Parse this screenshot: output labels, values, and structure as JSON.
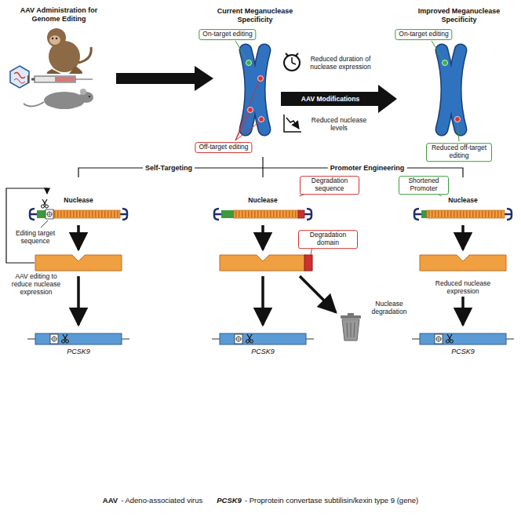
{
  "diagram": {
    "nodes": [
      {
        "text": [
          "On-target editing"
        ]
      },
      {
        "text": [
          "Off-target editing"
        ]
      },
      {
        "text": [
          "On-target editing"
        ]
      },
      {
        "text": [
          "Reduced off-target editing"
        ]
      },
      {
        "text": [
          "Nuclease"
        ]
      },
      {
        "text": [
          "Degradation sequence"
        ]
      },
      {
        "text": [
          "Nuclease"
        ]
      },
      {
        "text": [
          "Shortened Promoter"
        ]
      },
      {
        "text": [
          "Nuclease"
        ]
      },
      {
        "text": [
          "Degradation domain"
        ]
      },
      {
        "text": [
          "PCSK9"
        ]
      },
      {
        "text": [
          "PCSK9"
        ]
      },
      {
        "text": [
          "PCSK9"
        ]
      }
    ],
    "edges": [
      {
        "from": 5,
        "to": 6,
        "arrow": "none"
      },
      {
        "from": 7,
        "to": 8,
        "arrow": "none"
      }
    ],
    "labels": [
      "AAV Administration for Genome Editing",
      "Current Meganuclease Specificity",
      "Improved Meganuclease Specificity",
      "Reduced duration of nuclease expression",
      "AAV Modifications",
      "Reduced nuclease levels",
      "Self-Targeting",
      "Promoter Engineering",
      "Editing target sequence",
      "AAV editing to reduce nuclease expression",
      "Nuclease degradation",
      "Reduced nuclease expression",
      "AAV",
      "- Adeno-associated virus",
      "PCSK9",
      "- Proprotein convertase subtilisin/kexin type 9 (gene)"
    ]
  }
}
